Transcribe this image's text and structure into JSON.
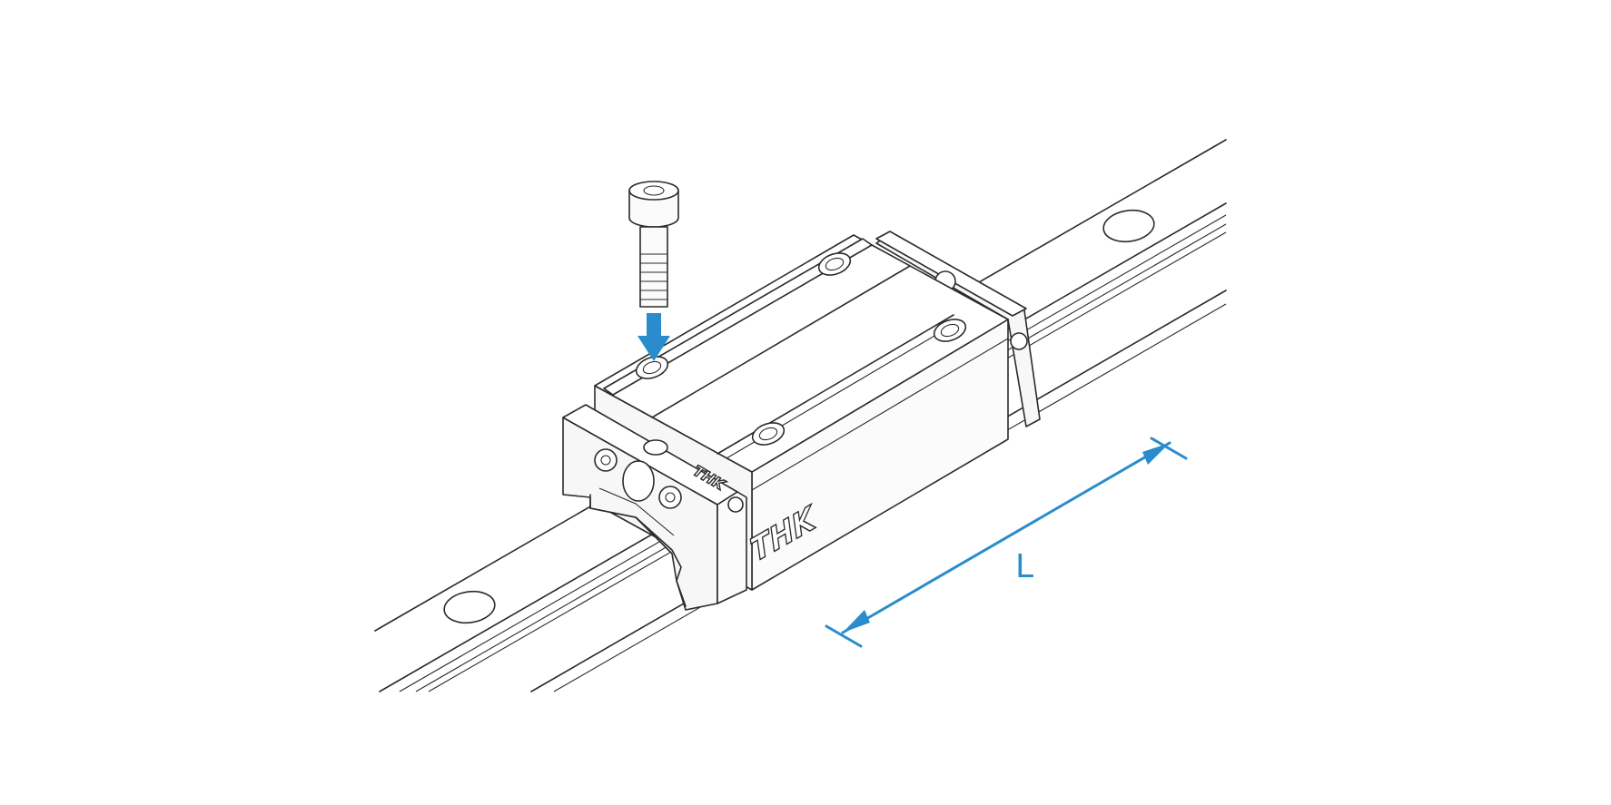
{
  "figure": {
    "brand_mark_front": "THK",
    "brand_mark_side": "THK",
    "brand_mark_rear": "THK",
    "dimension_label": "L",
    "colors": {
      "line": "#2b2b2b",
      "dimension": "#2a8ccc",
      "background": "#ffffff"
    }
  }
}
